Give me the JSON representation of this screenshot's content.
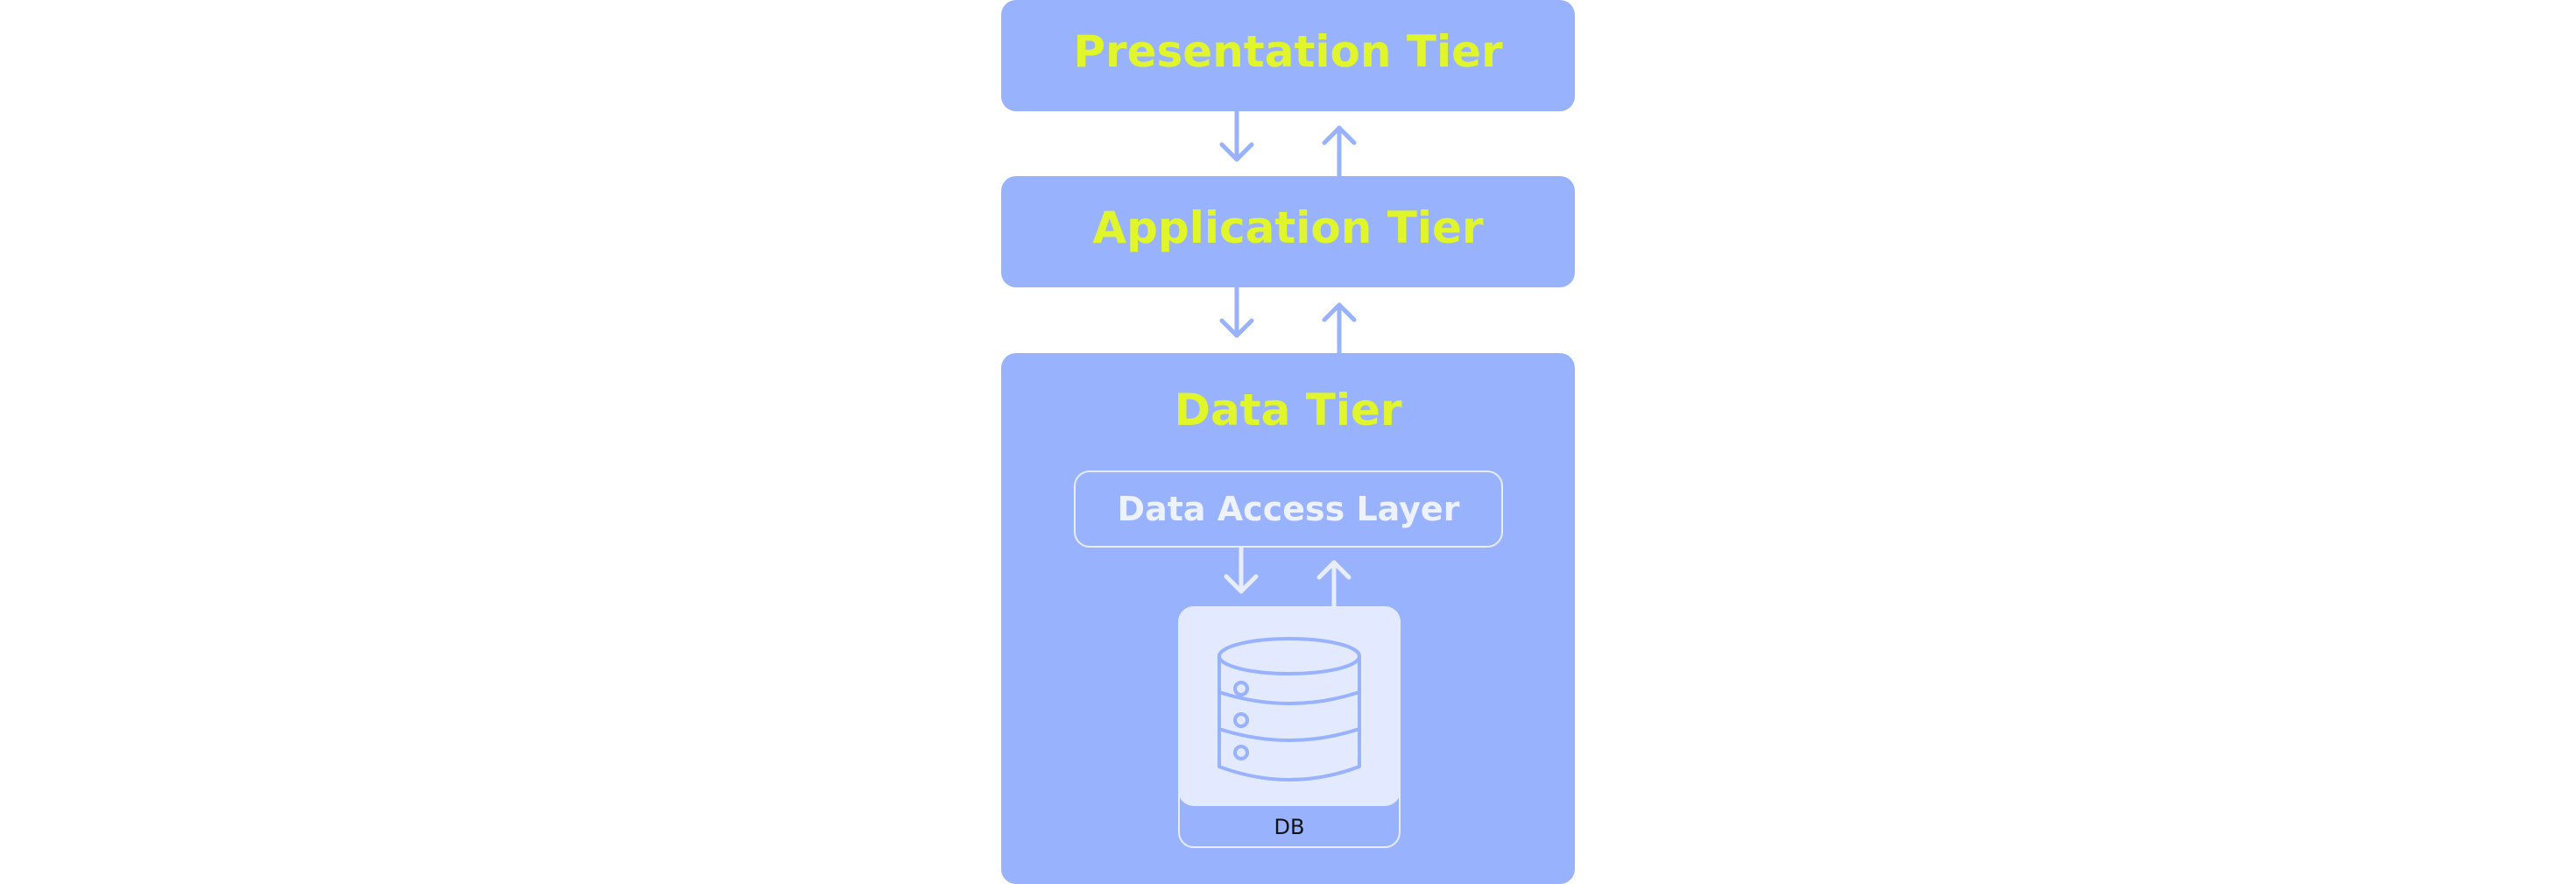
{
  "tiers": {
    "presentation": "Presentation Tier",
    "application": "Application Tier",
    "data": "Data Tier"
  },
  "data_access_layer": "Data Access Layer",
  "database": {
    "label": "DB",
    "icon": "database-icon"
  },
  "colors": {
    "tier_background": "#98b2fd",
    "tier_title": "#e0f52a",
    "db_card": "#e3e9fe",
    "outline": "#e8ecff"
  }
}
